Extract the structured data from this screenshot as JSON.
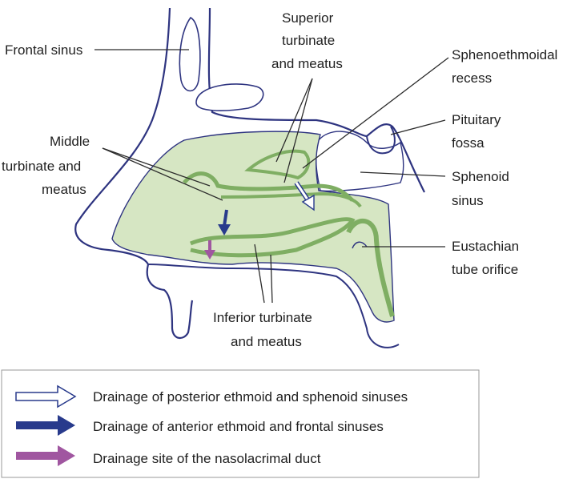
{
  "labels": {
    "frontal_sinus": "Frontal sinus",
    "superior_1": "Superior",
    "superior_2": "turbinate",
    "superior_3": "and meatus",
    "spheno_1": "Sphenoethmoidal",
    "spheno_2": "recess",
    "pituitary_1": "Pituitary",
    "pituitary_2": "fossa",
    "middle_1": "Middle",
    "middle_2": "turbinate and",
    "middle_3": "meatus",
    "sphenoid_1": "Sphenoid",
    "sphenoid_2": "sinus",
    "eustachian_1": "Eustachian",
    "eustachian_2": "tube orifice",
    "inferior_1": "Inferior turbinate",
    "inferior_2": "and meatus"
  },
  "legend": {
    "items": [
      {
        "label": "Drainage of posterior ethmoid and sphenoid sinuses",
        "color": "#ffffff"
      },
      {
        "label": "Drainage of anterior ethmoid and frontal sinuses",
        "color": "#283a8c"
      },
      {
        "label": "Drainage site of the nasolacrimal duct",
        "color": "#a056a0"
      }
    ]
  },
  "colors": {
    "cavity_fill": "#d6e6c3",
    "turbinate_band": "#7fae63",
    "outline": "#2e3480",
    "arrow_white": "#ffffff",
    "arrow_blue": "#283a8c",
    "arrow_purple": "#a056a0"
  }
}
